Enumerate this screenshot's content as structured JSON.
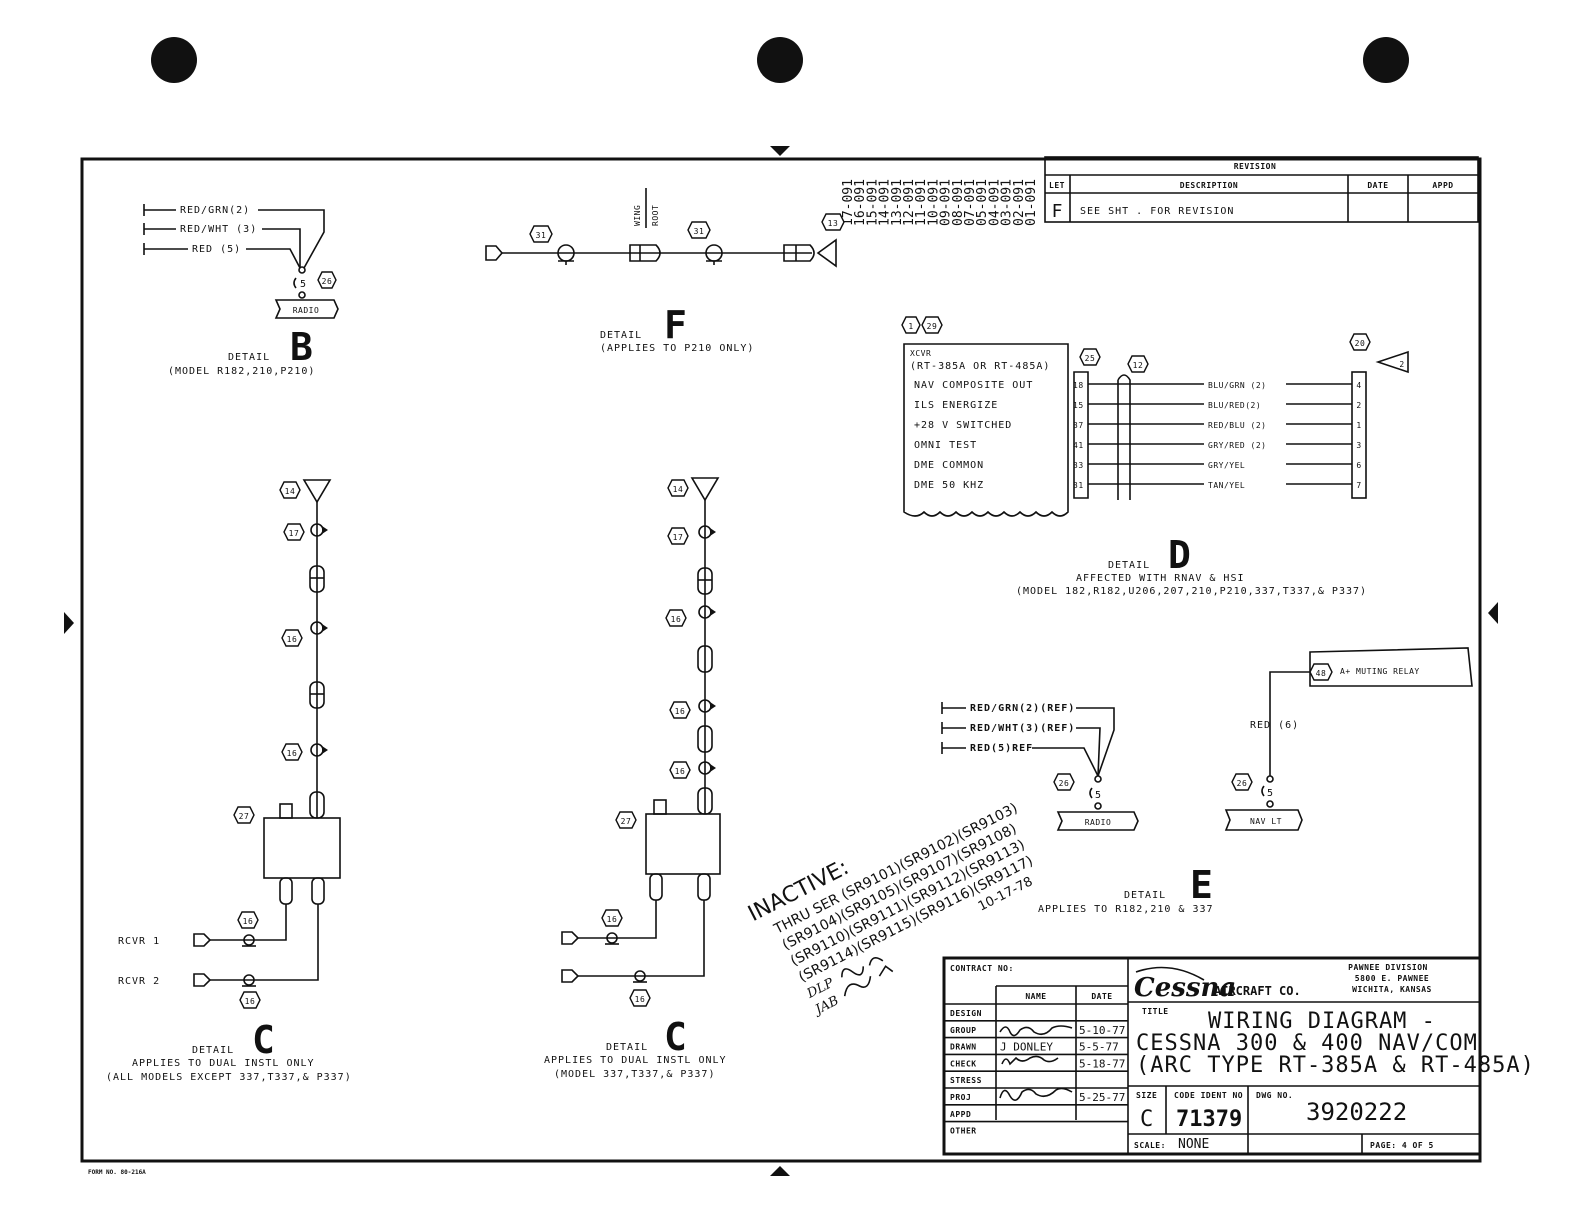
{
  "revision": {
    "header": "REVISION",
    "columns": [
      "LET",
      "DESCRIPTION",
      "DATE",
      "APPD"
    ],
    "row": {
      "let": "F",
      "description": "SEE SHT . FOR REVISION",
      "date": "",
      "appd": ""
    }
  },
  "wire_numbers": [
    "17-091",
    "16-091",
    "15-091",
    "14-091",
    "13-091",
    "12-091",
    "11-091",
    "10-091",
    "09-091",
    "08-091",
    "07-091",
    "05-091",
    "04-091",
    "03-091",
    "02-091",
    "01-091"
  ],
  "detail_b": {
    "wires": [
      "RED/GRN(2)",
      "RED/WHT (3)",
      "RED (5)"
    ],
    "pin": "5",
    "ref": "26",
    "box": "RADIO",
    "title": "DETAIL",
    "letter": "B",
    "note": "(MODEL R182,210,P210)"
  },
  "detail_f": {
    "wing_root": [
      "WING",
      "ROOT"
    ],
    "refs": [
      "31",
      "31",
      "13"
    ],
    "title": "DETAIL",
    "letter": "F",
    "note": "(APPLIES TO P210 ONLY)"
  },
  "detail_d": {
    "refs": {
      "top_a": "1",
      "top_b": "29",
      "conn": "25",
      "shield": "12",
      "plug": "20",
      "flag": "2"
    },
    "xcvr_title": "XCVR",
    "xcvr_model": "(RT-385A OR RT-485A)",
    "signals": [
      {
        "name": "NAV COMPOSITE OUT",
        "pin": "18",
        "wire": "BLU/GRN (2)",
        "dest": "4"
      },
      {
        "name": "ILS ENERGIZE",
        "pin": "15",
        "wire": "BLU/RED(2)",
        "dest": "2"
      },
      {
        "name": "+28 V SWITCHED",
        "pin": "37",
        "wire": "RED/BLU (2)",
        "dest": "1"
      },
      {
        "name": "OMNI TEST",
        "pin": "41",
        "wire": "GRY/RED (2)",
        "dest": "3"
      },
      {
        "name": "DME COMMON",
        "pin": "33",
        "wire": "GRY/YEL",
        "dest": "6"
      },
      {
        "name": "DME 50 KHZ",
        "pin": "31",
        "wire": "TAN/YEL",
        "dest": "7"
      }
    ],
    "title": "DETAIL",
    "letter": "D",
    "note1": "AFFECTED WITH RNAV & HSI",
    "note2": "(MODEL 182,R182,U206,207,210,P210,337,T337,& P337)"
  },
  "detail_e": {
    "wires": [
      "RED/GRN(2)(REF)",
      "RED/WHT(3)(REF)",
      "RED(5)REF"
    ],
    "ref_left": "26",
    "pin_left": "5",
    "box_left": "RADIO",
    "relay_ref": "48",
    "relay": "A+ MUTING RELAY",
    "red_wire": "RED (6)",
    "ref_right": "26",
    "pin_right": "5",
    "box_right": "NAV LT",
    "title": "DETAIL",
    "letter": "E",
    "note": "APPLIES TO R182,210 & 337"
  },
  "detail_c1": {
    "refs": [
      "14",
      "17",
      "16",
      "16",
      "27",
      "16",
      "16"
    ],
    "rcvr1": "RCVR 1",
    "rcvr2": "RCVR 2",
    "title": "DETAIL",
    "letter": "C",
    "note1": "APPLIES TO DUAL INSTL ONLY",
    "note2": "(ALL MODELS EXCEPT 337,T337,& P337)"
  },
  "detail_c2": {
    "refs": [
      "14",
      "17",
      "16",
      "16",
      "16",
      "27",
      "16",
      "16"
    ],
    "title": "DETAIL",
    "letter": "C",
    "note1": "APPLIES TO DUAL INSTL ONLY",
    "note2": "(MODEL 337,T337,& P337)"
  },
  "stamp": {
    "word": "INACTIVE:",
    "lines": [
      "THRU SER (SR9101)(SR9102)(SR9103)",
      "(SR9104)(SR9105)(SR9107)(SR9108)",
      "(SR9110)(SR9111)(SR9112)(SR9113)",
      "(SR9114)(SR9115)(SR9116)(SR9117)"
    ],
    "date": "10-17-78",
    "initials": [
      "DLP",
      "JAB"
    ]
  },
  "title_block": {
    "contract": "CONTRACT NO:",
    "col_name": "NAME",
    "col_date": "DATE",
    "rows": [
      {
        "role": "DESIGN",
        "name": "",
        "date": ""
      },
      {
        "role": "GROUP",
        "name": "",
        "date": "5-10-77"
      },
      {
        "role": "DRAWN",
        "name": "J DONLEY",
        "date": "5-5-77"
      },
      {
        "role": "CHECK",
        "name": "",
        "date": "5-18-77"
      },
      {
        "role": "STRESS",
        "name": "",
        "date": ""
      },
      {
        "role": "PROJ",
        "name": "",
        "date": "5-25-77"
      },
      {
        "role": "APPD",
        "name": "",
        "date": ""
      },
      {
        "role": "OTHER",
        "name": "",
        "date": ""
      }
    ],
    "company_logo": "Cessna",
    "company_suffix": "AIRCRAFT CO.",
    "division": [
      "PAWNEE DIVISION",
      "5800 E. PAWNEE",
      "WICHITA, KANSAS"
    ],
    "title_label": "TITLE",
    "title_lines": [
      "WIRING DIAGRAM -",
      "CESSNA 300 & 400 NAV/COM",
      "(ARC TYPE RT-385A & RT-485A)"
    ],
    "size_label": "SIZE",
    "size": "C",
    "code_label": "CODE IDENT NO",
    "code": "71379",
    "dwg_label": "DWG NO.",
    "dwg": "3920222",
    "scale_label": "SCALE:",
    "scale": "NONE",
    "page_label": "PAGE: 4 OF 5"
  },
  "form_no": "FORM NO. 80-216A"
}
